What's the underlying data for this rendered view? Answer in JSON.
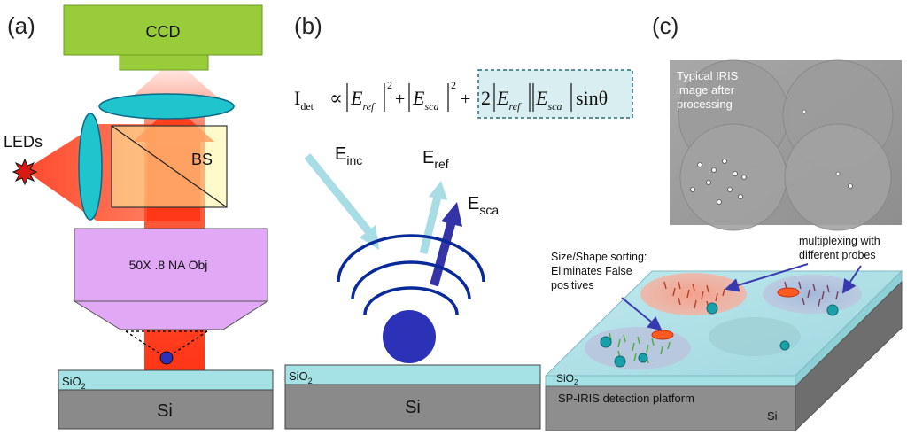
{
  "panel_a": {
    "label": "(a)",
    "ccd": "CCD",
    "leds": "LEDs",
    "bs": "BS",
    "objective": "50X  .8 NA Obj",
    "sio2": "SiO",
    "sio2_sub": "2",
    "si": "Si"
  },
  "panel_b": {
    "label": "(b)",
    "eq_I": "I",
    "eq_I_sub": "det",
    "eq_prop": "∝",
    "eq_E": "E",
    "eq_ref_sub": "ref",
    "eq_sca_sub": "sca",
    "eq_exp": "2",
    "eq_plus": "+",
    "eq_two": "2",
    "eq_sin": "sinθ",
    "e_inc": "E",
    "e_inc_sub": "inc",
    "e_ref": "E",
    "e_ref_sub": "ref",
    "e_sca": "E",
    "e_sca_sub": "sca",
    "sio2": "SiO",
    "sio2_sub": "2",
    "si": "Si"
  },
  "panel_c": {
    "label": "(c)",
    "iris_caption_1": "Typical IRIS",
    "iris_caption_2": "image after",
    "iris_caption_3": "processing",
    "sorting_1": "Size/Shape sorting:",
    "sorting_2": "Eliminates False",
    "sorting_3": "positives",
    "multiplex_1": "multiplexing with",
    "multiplex_2": "different probes",
    "sio2": "SiO",
    "sio2_sub": "2",
    "platform": "SP-IRIS detection platform",
    "si": "Si"
  },
  "colors": {
    "ccd": "#98cc3a",
    "lens": "#1fc4cc",
    "beam": "#ff2a0a",
    "bs": "#fff6a0",
    "objective": "#e0a8f5",
    "sio2": "#a4e2e6",
    "si": "#8a8a8a",
    "arrow_inc": "#a8dde6",
    "arrow_sca": "#3434a8",
    "wave": "#0b2a9a",
    "particle": "#2c32b8"
  }
}
